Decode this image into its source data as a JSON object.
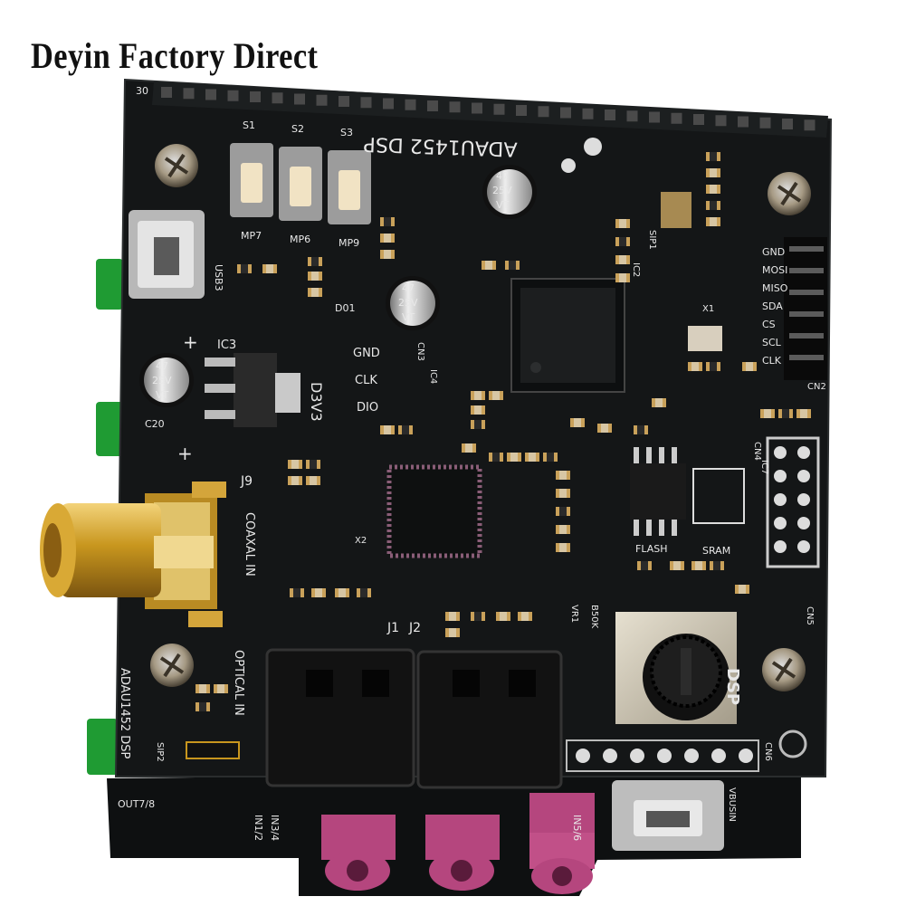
{
  "watermark": "Deyin Factory Direct",
  "board": {
    "top_label": "ADAU1452 DSP",
    "side_label": "ADAU1452 DSP",
    "right_label": "DSP",
    "header_pin_label": "30",
    "buttons": [
      "S1",
      "S2",
      "S3"
    ],
    "button_sub": [
      "MP7",
      "MP6",
      "MP9"
    ],
    "usb_label": "USB3",
    "ic3_label": "IC3",
    "ic3_marking": "D3V3",
    "cap_value": "47",
    "cap_voltage": "25V",
    "cap_suffix": "VT",
    "plus": "+",
    "j9": "J9",
    "coaxial": "COAXAL IN",
    "optical": "OPTICAL IN",
    "j1": "J1",
    "j2": "J2",
    "flash": "FLASH",
    "sram": "SRAM",
    "cn3_pins": [
      "GND",
      "CLK",
      "DIO"
    ],
    "cn3": "CN3",
    "spi_pins": [
      "GND",
      "MOSI",
      "MISO",
      "SDA",
      "CS",
      "SCL",
      "CLK"
    ],
    "cn2": "CN2",
    "ic7": "IC7",
    "cn4": "CN4",
    "cn5": "CN5",
    "cn6": "CN6",
    "sip1": "SIP1",
    "sip2": "SIP2",
    "vr1": "VR1",
    "b50k": "B50K",
    "in12": "IN1/2",
    "in34": "IN3/4",
    "in56": "IN5/6",
    "out78": "OUT7/8",
    "vbusin": "VBUSIN",
    "ic2": "IC2",
    "x1": "X1",
    "x2": "X2",
    "d01": "D01",
    "ic4": "IC4",
    "c20": "C20",
    "colors": {
      "pcb": "#141617",
      "silk": "#e8e8e8",
      "gold": "#c8961e",
      "pink": "#b5467e",
      "green": "#1f9b33"
    }
  }
}
